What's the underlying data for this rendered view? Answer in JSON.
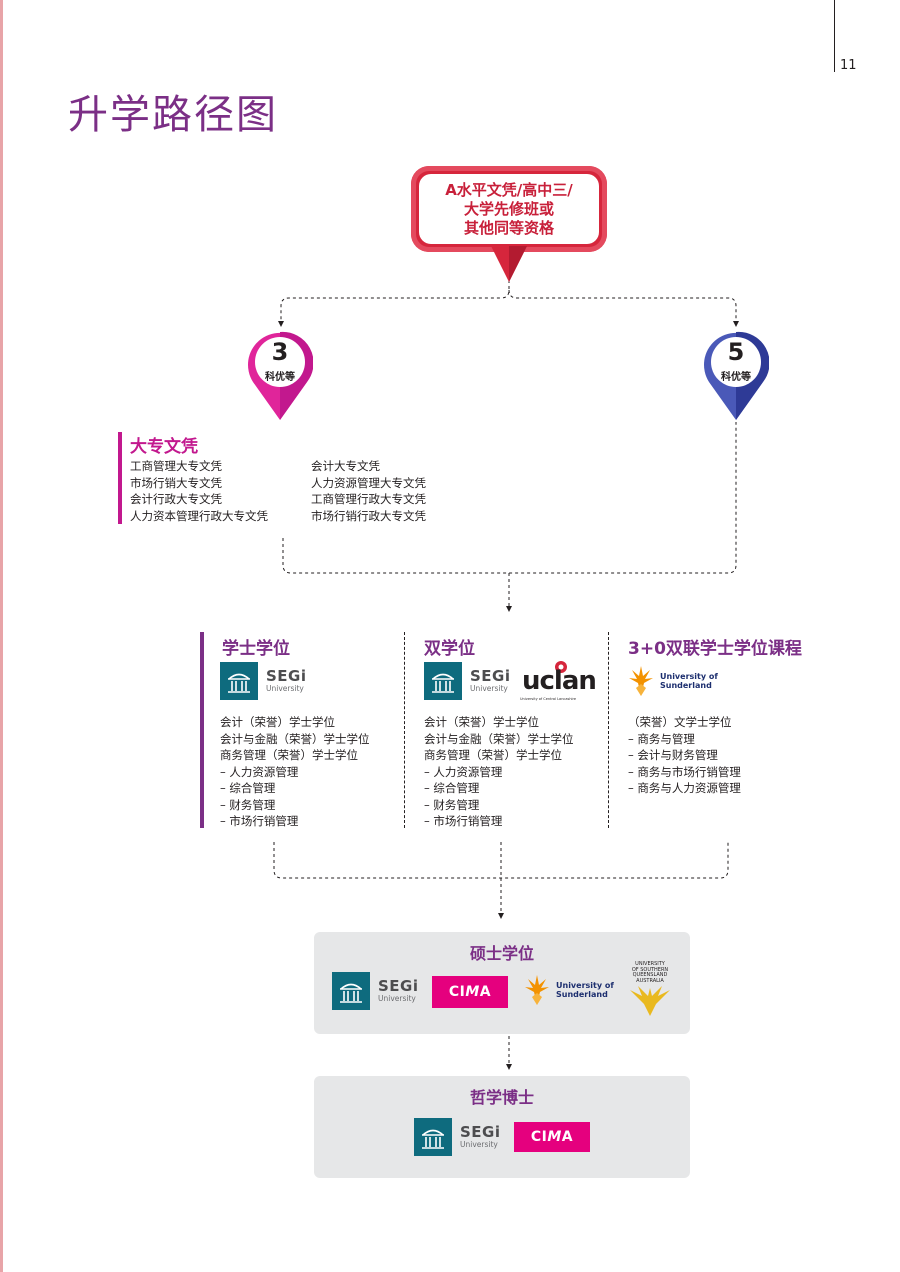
{
  "page": {
    "number": "11",
    "title": "升学路径图"
  },
  "entry": {
    "lines": [
      "A水平文凭/高中三/",
      "大学先修班或",
      "其他同等资格"
    ]
  },
  "pins": {
    "left": {
      "number": "3",
      "label": "科优等",
      "color": "#e0259a"
    },
    "right": {
      "number": "5",
      "label": "科优等",
      "color": "#3d4aa8"
    }
  },
  "diploma": {
    "title": "大专文凭",
    "col1": [
      "工商管理大专文凭",
      "市场行销大专文凭",
      "会计行政大专文凭",
      "人力资本管理行政大专文凭"
    ],
    "col2": [
      "会计大专文凭",
      "人力资源管理大专文凭",
      "工商管理行政大专文凭",
      "市场行销行政大专文凭"
    ]
  },
  "bachelor": {
    "title": "学士学位",
    "items": [
      "会计（荣誉）学士学位",
      "会计与金融（荣誉）学士学位",
      "商务管理（荣誉）学士学位",
      "– 人力资源管理",
      "– 综合管理",
      "– 财务管理",
      "– 市场行销管理"
    ]
  },
  "dual": {
    "title": "双学位",
    "uclan": {
      "name": "uclan",
      "sub": "University of Central Lancashire"
    },
    "items": [
      "会计（荣誉）学士学位",
      "会计与金融（荣誉）学士学位",
      "商务管理（荣誉）学士学位",
      "– 人力资源管理",
      "– 综合管理",
      "– 财务管理",
      "– 市场行销管理"
    ]
  },
  "threeplus": {
    "title": "3+0双联学士学位课程",
    "items": [
      "（荣誉）文学士学位",
      "– 商务与管理",
      "– 会计与财务管理",
      "– 商务与市场行销管理",
      "– 商务与人力资源管理"
    ]
  },
  "logos": {
    "segi": {
      "name": "SEGi",
      "sub": "University"
    },
    "cima": {
      "prefix": "CI",
      "middle": "M",
      "suffix": "A"
    },
    "sunderland": {
      "line1": "University of",
      "line2": "Sunderland"
    },
    "usq": {
      "line1": "UNIVERSITY",
      "line2": "OF SOUTHERN",
      "line3": "QUEENSLAND",
      "line4": "AUSTRALIA"
    }
  },
  "master": {
    "title": "硕士学位"
  },
  "phd": {
    "title": "哲学博士"
  },
  "colors": {
    "purple": "#7b2f86",
    "magenta": "#c2188e",
    "red": "#d6263c",
    "navy": "#3d4aa8",
    "teal": "#0e6b7e",
    "cima": "#e5007e"
  }
}
